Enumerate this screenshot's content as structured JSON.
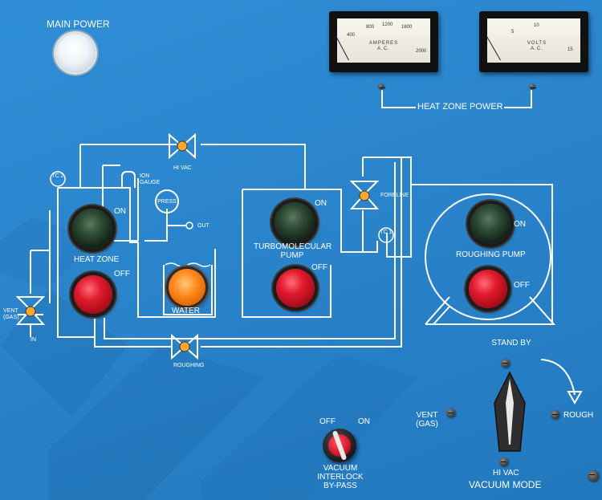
{
  "panel": {
    "main_power": "MAIN POWER",
    "heat_zone_power": "HEAT ZONE POWER"
  },
  "amp_meter": {
    "ticks": [
      "400",
      "800",
      "1200",
      "1600",
      "2000"
    ],
    "unit": "AMPERES",
    "sub": "A.C."
  },
  "volt_meter": {
    "ticks": [
      "5",
      "10",
      "15"
    ],
    "unit": "VOLTS",
    "sub": "A.C."
  },
  "diagram": {
    "hi_vac": "HI VAC",
    "ion_gauge": "ION GAUGE",
    "press": "PRESS",
    "out": "OUT",
    "tc2": "TC 2",
    "tc1": "TC 1",
    "foreline": "FORELINE",
    "vent_gas": "VENT (GAS)",
    "in": "IN",
    "roughing": "ROUGHING",
    "water": "WATER"
  },
  "heat_zone": {
    "label": "HEAT ZONE",
    "on": "ON",
    "off": "OFF"
  },
  "turbo": {
    "label": "TURBOMOLECULAR PUMP",
    "on": "ON",
    "off": "OFF"
  },
  "roughing_pump": {
    "label": "ROUGHING PUMP",
    "on": "ON",
    "off": "OFF"
  },
  "interlock": {
    "off": "OFF",
    "on": "ON",
    "label": "VACUUM INTERLOCK BY-PASS"
  },
  "vacuum_mode": {
    "label": "VACUUM MODE",
    "stand_by": "STAND BY",
    "vent_gas": "VENT (GAS)",
    "rough": "ROUGH",
    "hi_vac": "HI VAC"
  },
  "colors": {
    "panel_blue": "#2a84cc",
    "line_white": "#ffffff",
    "on_green": "#2d4a33",
    "off_red": "#e01a2d",
    "water_amber": "#ff8a1e"
  },
  "icons": [
    "valve-icon",
    "tc-gauge-icon",
    "pressure-switch-icon",
    "water-tank-icon",
    "pump-symbol-icon",
    "screw-icon"
  ]
}
